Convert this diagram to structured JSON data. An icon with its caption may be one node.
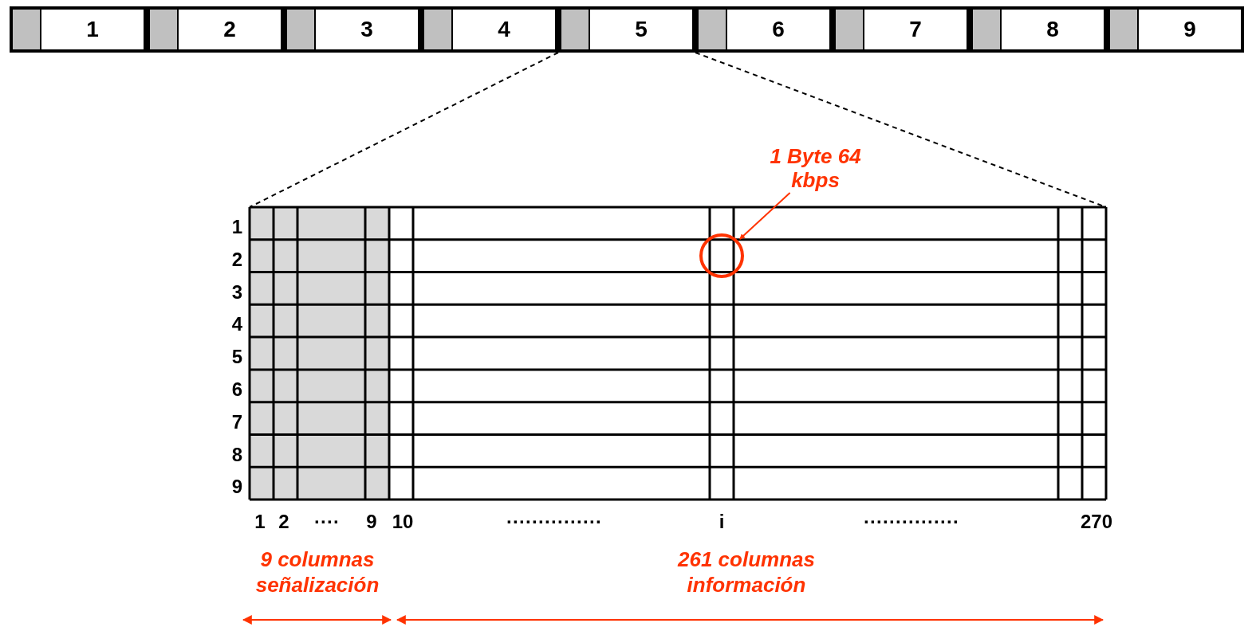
{
  "diagram": {
    "nodes": [
      {
        "text": [
          "1"
        ]
      },
      {
        "text": [
          "2"
        ]
      },
      {
        "text": [
          "3"
        ]
      },
      {
        "text": [
          "4"
        ]
      },
      {
        "text": [
          "5"
        ]
      },
      {
        "text": [
          "6"
        ]
      },
      {
        "text": [
          "7"
        ]
      },
      {
        "text": [
          "8"
        ]
      },
      {
        "text": [
          "9"
        ]
      },
      {
        "text": [],
        "shape": "box"
      },
      {
        "text": [],
        "shape": "circle",
        "in": 9
      },
      {
        "text": [
          "1 Byte 64 kbps"
        ]
      }
    ],
    "edges": [
      {
        "from": 4,
        "to": 9,
        "arrow": "none",
        "style": "dashed"
      },
      {
        "from": 4,
        "to": 9,
        "arrow": "none",
        "style": "dashed"
      },
      {
        "from": 11,
        "to": 10,
        "arrow": "to",
        "color": "#ff3300"
      }
    ],
    "labels": [
      "1",
      "2",
      "3",
      "4",
      "5",
      "6",
      "7",
      "8",
      "9",
      "1",
      "2",
      "····",
      "9",
      "10",
      "···············",
      "i",
      "···············",
      "270",
      "9 columnas señalización",
      "261 columnas información"
    ]
  }
}
